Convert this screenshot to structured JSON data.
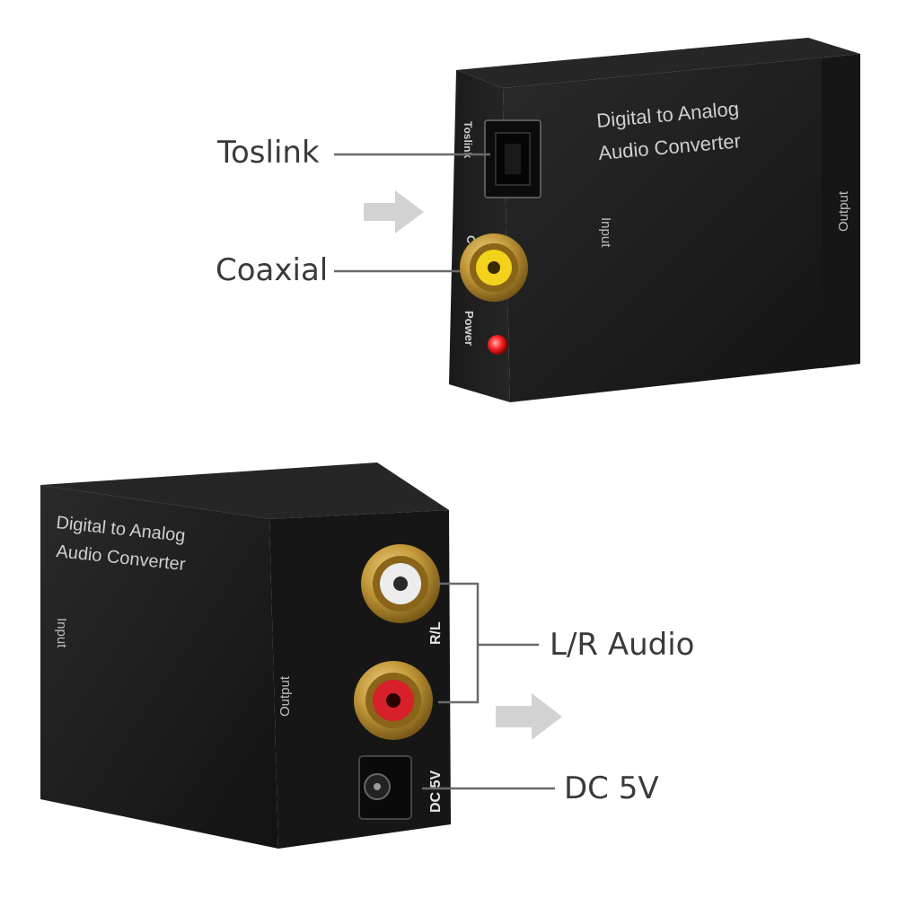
{
  "callouts": {
    "toslink": "Toslink",
    "coaxial": "Coaxial",
    "lr_audio": "L/R Audio",
    "dc_5v": "DC 5V"
  },
  "device_top": {
    "face_title_line1": "Digital to Analog",
    "face_title_line2": "Audio Converter",
    "side_label_input": "Input",
    "side_label_output": "Output",
    "port_label_toslink": "Toslink",
    "port_label_coaxial": "C",
    "port_label_power": "Power"
  },
  "device_bottom": {
    "face_title_line1": "Digital to Analog",
    "face_title_line2": "Audio Converter",
    "side_label_input": "Input",
    "side_label_output": "Output",
    "port_label_right": "R/L",
    "port_label_dc": "DC 5V"
  },
  "colors": {
    "device_body": "#1c1c1c",
    "device_side": "#2a2a2a",
    "gold": "#c49a3a",
    "coax_insulator": "#f2d21b",
    "right_insulator": "#e8e8e8",
    "left_insulator": "#d8202a",
    "power_led": "#ff2a2a",
    "callout_line": "#6a6a6a",
    "arrow": "#d2d2d2"
  },
  "icons": {
    "flow_arrow_top": "arrow-right-icon",
    "flow_arrow_bottom": "arrow-right-icon"
  }
}
